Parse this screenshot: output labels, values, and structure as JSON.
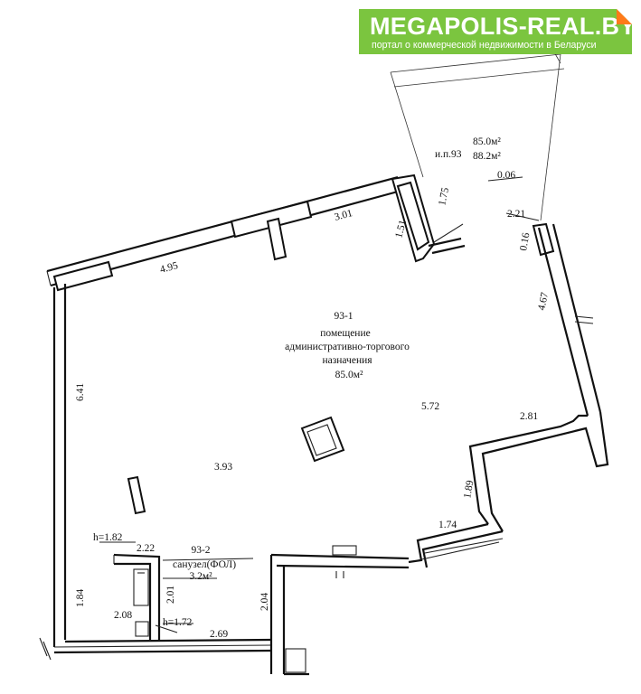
{
  "brand": {
    "title": "MEGAPOLIS-REAL.BY",
    "subtitle": "портал о коммерческой недвижимости в Беларуси"
  },
  "plan": {
    "main_room": {
      "number": "93-1",
      "line1": "помещение",
      "line2": "административно-торгового",
      "line3": "назначения",
      "area": "85.0м²"
    },
    "wc_room": {
      "number": "93-2",
      "name": "санузел(ФОЛ)",
      "area": "3.2м²"
    },
    "unit": {
      "label": "и.п.93",
      "area1": "85.0м²",
      "area2": "88.2м²"
    },
    "heights": {
      "h1": "h=1.82",
      "h2": "h=1.72"
    },
    "dimensions": {
      "d495": "4.95",
      "d301": "3.01",
      "d151": "1.51",
      "d175": "1.75",
      "d006": "0.06",
      "d221": "2.21",
      "d016": "0.16",
      "d467": "4.67",
      "d641": "6.41",
      "d572": "5.72",
      "d281": "2.81",
      "d393": "3.93",
      "d189": "1.89",
      "d174": "1.74",
      "d222": "2.22",
      "d201": "2.01",
      "d184": "1.84",
      "d208": "2.08",
      "d204": "2.04",
      "d269": "2.69"
    }
  }
}
